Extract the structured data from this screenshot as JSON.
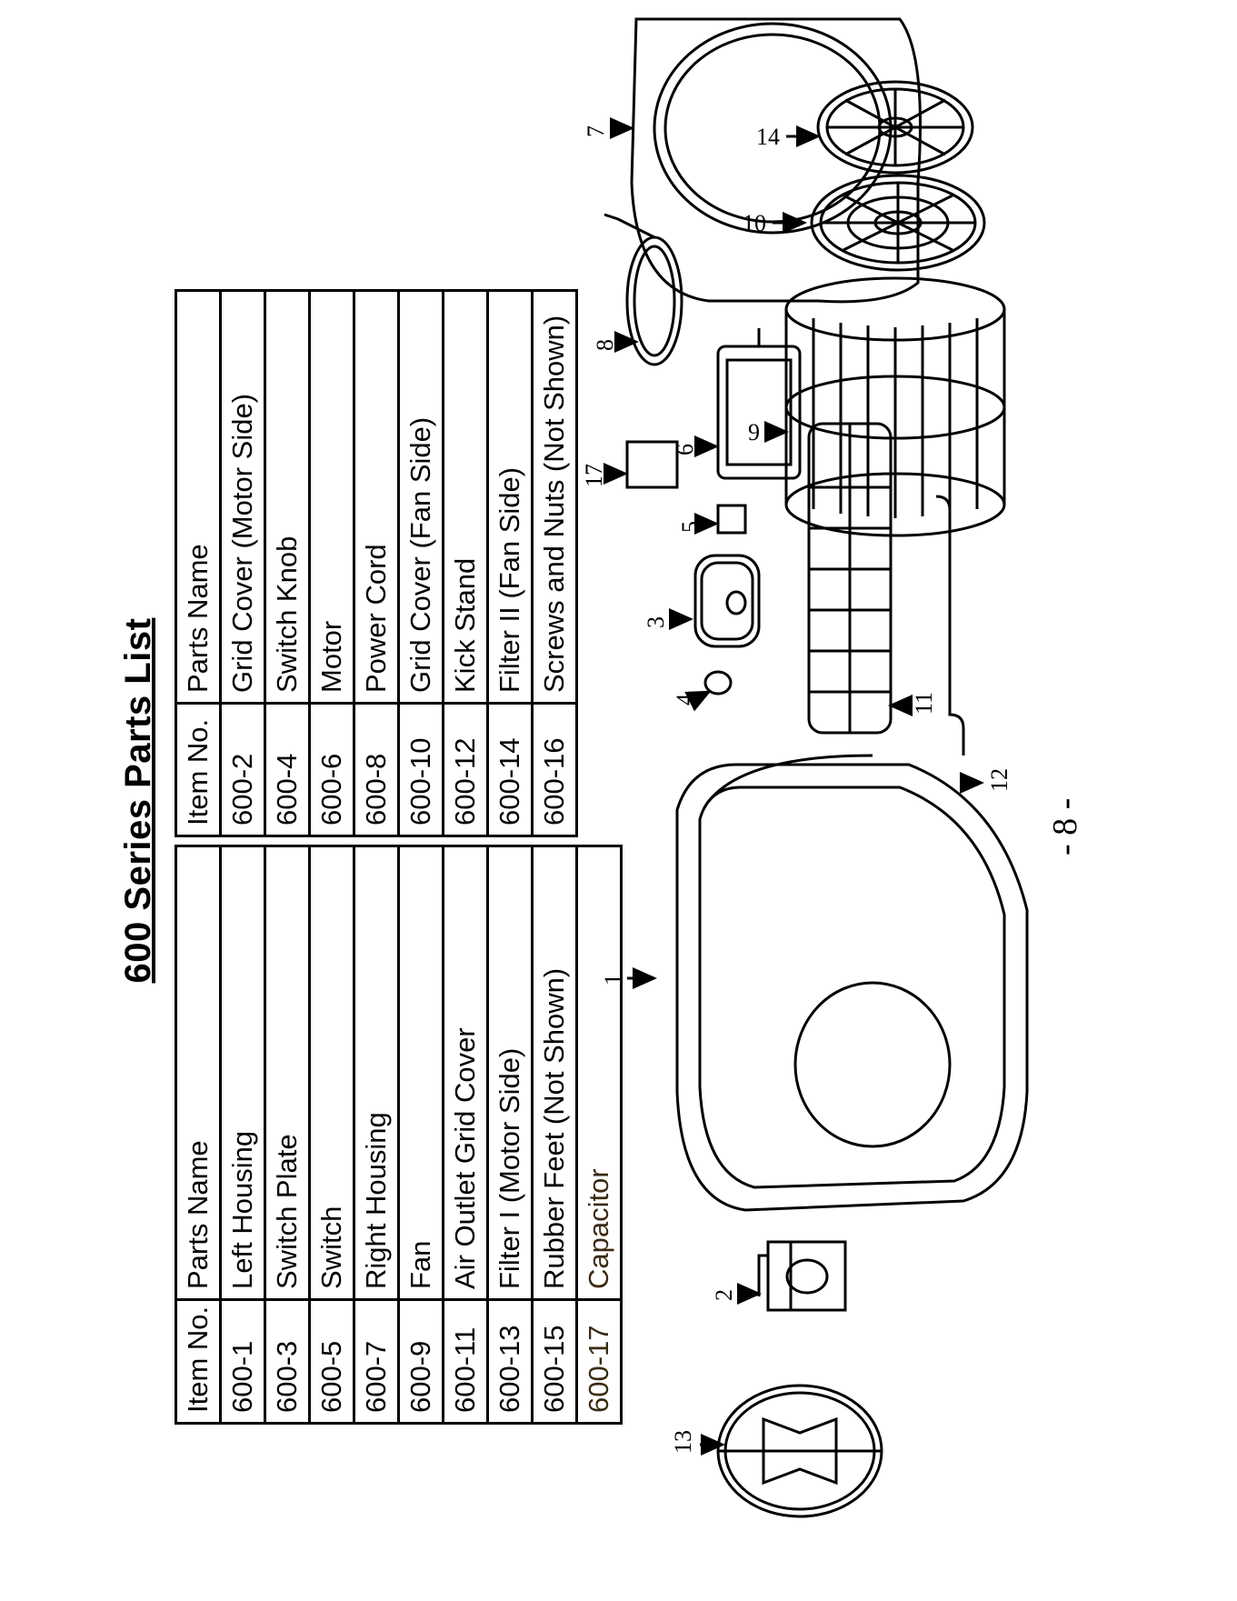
{
  "title": "600 Series Parts List",
  "left_table": {
    "headers": [
      "Item No.",
      "Parts Name"
    ],
    "rows": [
      [
        "600-1",
        "Left Housing"
      ],
      [
        "600-3",
        "Switch Plate"
      ],
      [
        "600-5",
        "Switch"
      ],
      [
        "600-7",
        "Right Housing"
      ],
      [
        "600-9",
        "Fan"
      ],
      [
        "600-11",
        "Air Outlet Grid Cover"
      ],
      [
        "600-13",
        "Filter I (Motor Side)"
      ],
      [
        "600-15",
        "Rubber Feet (Not Shown)"
      ],
      [
        "600-17",
        "Capacitor"
      ]
    ]
  },
  "right_table": {
    "headers": [
      "Item No.",
      "Parts Name"
    ],
    "rows": [
      [
        "600-2",
        "Grid Cover (Motor Side)"
      ],
      [
        "600-4",
        "Switch Knob"
      ],
      [
        "600-6",
        "Motor"
      ],
      [
        "600-8",
        "Power Cord"
      ],
      [
        "600-10",
        "Grid Cover  (Fan Side)"
      ],
      [
        "600-12",
        "Kick Stand"
      ],
      [
        "600-14",
        "Filter II (Fan Side)"
      ],
      [
        "600-16",
        "Screws and Nuts (Not Shown)"
      ]
    ]
  },
  "diagram_labels": {
    "n1": "1",
    "n2": "2",
    "n3": "3",
    "n4": "4",
    "n5": "5",
    "n6": "6",
    "n7": "7",
    "n8": "8",
    "n9": "9",
    "n10": "10",
    "n11": "11",
    "n12": "12",
    "n13": "13",
    "n14": "14",
    "n17": "17"
  },
  "page_number": "- 8 -"
}
